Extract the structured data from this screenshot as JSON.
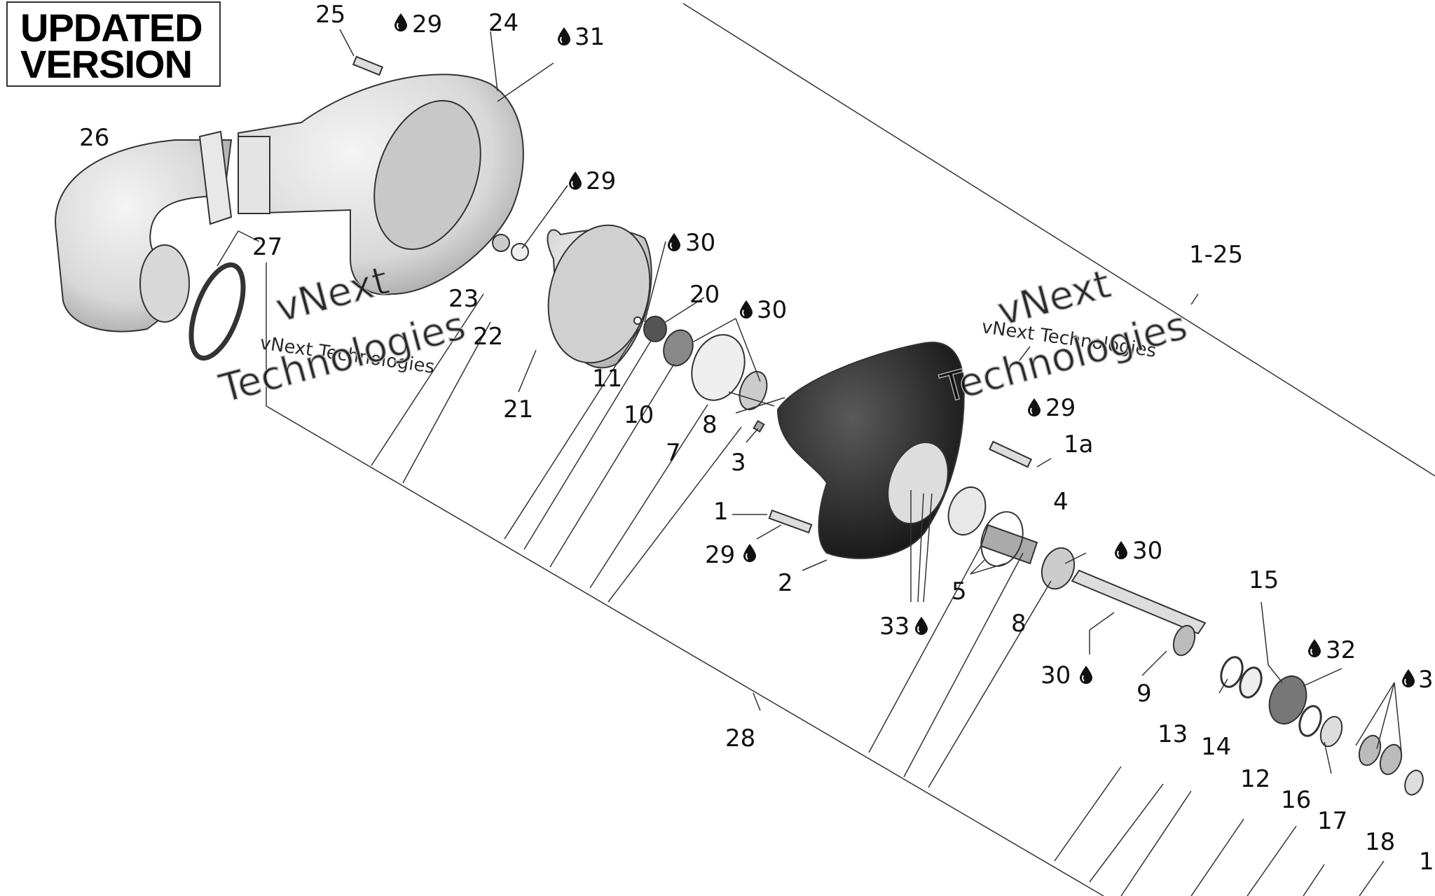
{
  "badge": {
    "line1": "UPDATED",
    "line2": "VERSION"
  },
  "watermark": {
    "line_small": "vNext Technologies",
    "line_big1": "vNext",
    "line_big2": "Technologies"
  },
  "callouts": {
    "c25": "25",
    "c24": "24",
    "c29a": "29",
    "c31": "31",
    "c26": "26",
    "c27": "27",
    "c29b": "29",
    "c23": "23",
    "c22": "22",
    "c30a": "30",
    "c20": "20",
    "c30b": "30",
    "c21": "21",
    "c11": "11",
    "c10": "10",
    "c7": "7",
    "c8a": "8",
    "c3": "3",
    "c1_25": "1-25",
    "c29c": "29",
    "c1a": "1a",
    "c1": "1",
    "c29d": "29",
    "c2": "2",
    "c4": "4",
    "c30c": "30",
    "c5": "5",
    "c8b": "8",
    "c33": "33",
    "c30d": "30",
    "c15": "15",
    "c32": "32",
    "c3b": "3",
    "c9": "9",
    "c13": "13",
    "c14": "14",
    "c12": "12",
    "c16": "16",
    "c17": "17",
    "c18": "18",
    "c28": "28",
    "c1b": "1"
  },
  "icons": {
    "lubricant": "oil-drop-icon"
  }
}
